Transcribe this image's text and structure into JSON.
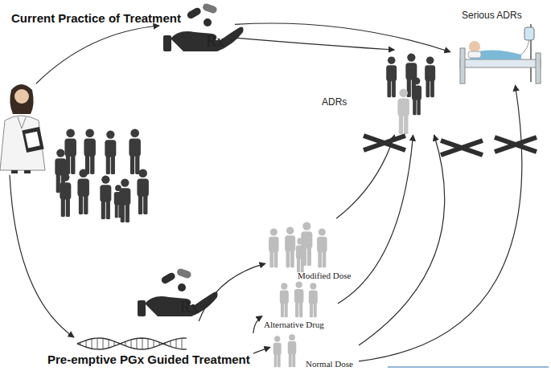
{
  "diagram": {
    "nodes": [
      {
        "text": [
          "Current Practice of  Treatment"
        ]
      },
      {
        "text": [
          "Serious ADRs"
        ]
      },
      {
        "text": [
          "ADRs"
        ]
      },
      {
        "text": [
          "Pre-emptive PGx Guided Treatment"
        ]
      },
      {
        "text": [
          "Modified Dose"
        ]
      },
      {
        "text": [
          "Alternative Drug"
        ]
      },
      {
        "text": [
          "Normal Dose"
        ]
      }
    ],
    "edges": [
      {
        "from": 0,
        "to": 2,
        "arrow": "to"
      },
      {
        "from": 0,
        "to": 1,
        "arrow": "to"
      },
      {
        "from": 3,
        "to": 4,
        "arrow": "to"
      },
      {
        "from": 3,
        "to": 5,
        "arrow": "to"
      },
      {
        "from": 3,
        "to": 6,
        "arrow": "to"
      },
      {
        "from": 4,
        "to": 2,
        "arrow": "to"
      },
      {
        "from": 5,
        "to": 2,
        "arrow": "to"
      },
      {
        "from": 6,
        "to": 2,
        "arrow": "to"
      },
      {
        "from": 6,
        "to": 1,
        "arrow": "to"
      }
    ],
    "labels": [
      "Rx",
      "Rx"
    ]
  }
}
